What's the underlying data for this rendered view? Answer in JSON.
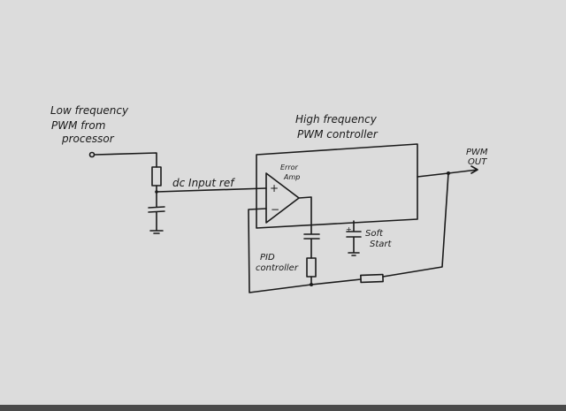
{
  "labels": {
    "input_line1": "Low frequency",
    "input_line2": "PWM from",
    "input_line3": "processor",
    "controller_line1": "High frequency",
    "controller_line2": "PWM controller",
    "dc_ref": "dc Input ref",
    "error_amp_line1": "Error",
    "error_amp_line2": "Amp",
    "plus": "+",
    "minus": "−",
    "soft_start_line1": "Soft",
    "soft_start_line2": "Start",
    "pid_line1": "PID",
    "pid_line2": "controller",
    "output_line1": "PWM",
    "output_line2": "OUT"
  }
}
